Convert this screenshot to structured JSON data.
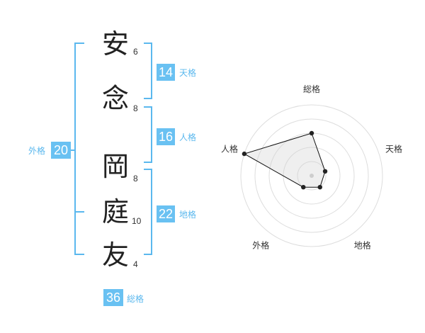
{
  "name": {
    "chars": [
      {
        "char": "安",
        "strokes": "6"
      },
      {
        "char": "念",
        "strokes": "8"
      },
      {
        "char": "岡",
        "strokes": "8"
      },
      {
        "char": "庭",
        "strokes": "10"
      },
      {
        "char": "友",
        "strokes": "4"
      }
    ]
  },
  "kaku": {
    "ten": {
      "value": "14",
      "label": "天格"
    },
    "jin": {
      "value": "16",
      "label": "人格"
    },
    "chi": {
      "value": "22",
      "label": "地格"
    },
    "gai": {
      "value": "20",
      "label": "外格"
    },
    "sou": {
      "value": "36",
      "label": "総格"
    }
  },
  "colors": {
    "accent": "#69c1f2",
    "bracket": "#5bb8ee"
  },
  "chart_data": {
    "type": "radar",
    "axes": [
      "総格",
      "天格",
      "地格",
      "外格",
      "人格"
    ],
    "values": [
      3,
      1,
      1,
      1,
      5
    ],
    "rlim": [
      0,
      5
    ],
    "rings": 5
  }
}
